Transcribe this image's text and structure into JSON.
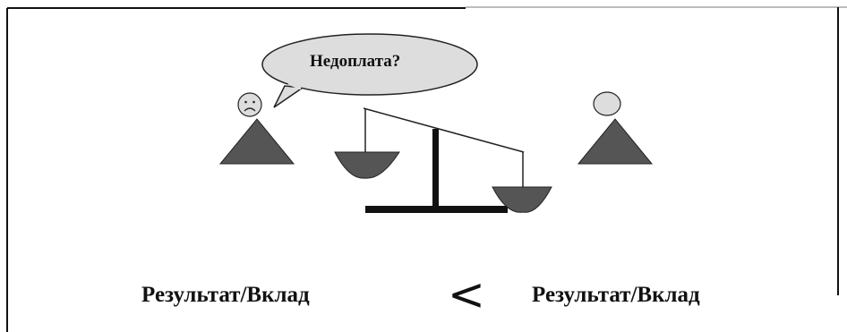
{
  "speech_bubble": {
    "text": "Недоплата?"
  },
  "formula": {
    "left": "Результат/Вклад",
    "operator": "<",
    "right": "Результат/Вклад"
  },
  "colors": {
    "figure_body": "#555555",
    "figure_head": "#dddddd",
    "bubble_fill": "#dddddd",
    "scale": "#111111",
    "pan": "#555555",
    "frame": "#111111"
  }
}
